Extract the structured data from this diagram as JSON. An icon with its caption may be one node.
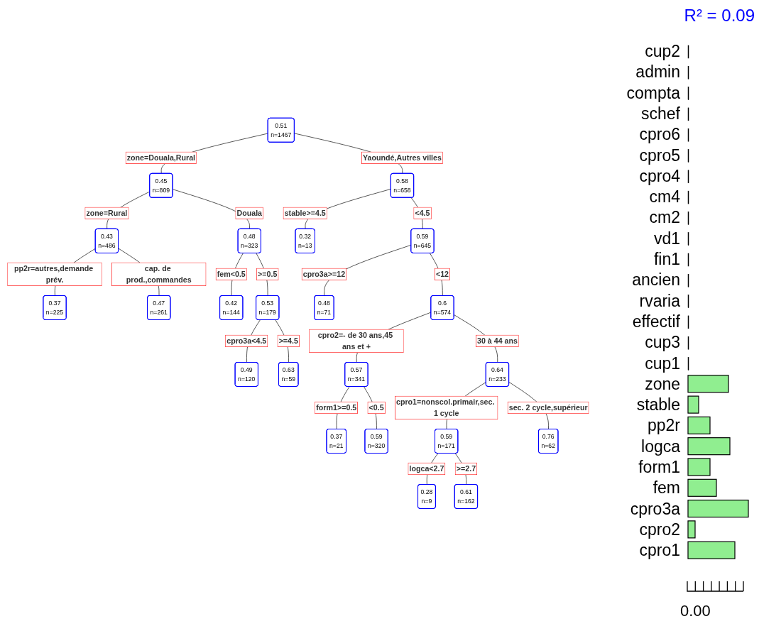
{
  "diagram": {
    "nodes": [
      {
        "text": [
          "0.51",
          "n=1467"
        ]
      },
      {
        "text": [
          "0.45",
          "n=809"
        ]
      },
      {
        "text": [
          "0.58",
          "n=658"
        ]
      },
      {
        "text": [
          "0.43",
          "n=486"
        ]
      },
      {
        "text": [
          "0.48",
          "n=323"
        ]
      },
      {
        "text": [
          "0.32",
          "n=13"
        ]
      },
      {
        "text": [
          "0.59",
          "n=645"
        ]
      },
      {
        "text": [
          "0.37",
          "n=225"
        ]
      },
      {
        "text": [
          "0.47",
          "n=261"
        ]
      },
      {
        "text": [
          "0.42",
          "n=144"
        ]
      },
      {
        "text": [
          "0.53",
          "n=179"
        ]
      },
      {
        "text": [
          "0.48",
          "n=71"
        ]
      },
      {
        "text": [
          "0.6",
          "n=574"
        ]
      },
      {
        "text": [
          "0.49",
          "n=120"
        ]
      },
      {
        "text": [
          "0.63",
          "n=59"
        ]
      },
      {
        "text": [
          "0.57",
          "n=341"
        ]
      },
      {
        "text": [
          "0.64",
          "n=233"
        ]
      },
      {
        "text": [
          "0.37",
          "n=21"
        ]
      },
      {
        "text": [
          "0.59",
          "n=320"
        ]
      },
      {
        "text": [
          "0.59",
          "n=171"
        ]
      },
      {
        "text": [
          "0.76",
          "n=62"
        ]
      },
      {
        "text": [
          "0.28",
          "n=9"
        ]
      },
      {
        "text": [
          "0.61",
          "n=162"
        ]
      }
    ],
    "edges": [
      {
        "from": 0,
        "to": 1,
        "arrow": "none",
        "label": "zone=Douala,Rural"
      },
      {
        "from": 0,
        "to": 2,
        "arrow": "none",
        "label": "Yaoundé,Autres villes"
      },
      {
        "from": 1,
        "to": 3,
        "arrow": "none",
        "label": "zone=Rural"
      },
      {
        "from": 1,
        "to": 4,
        "arrow": "none",
        "label": "Douala"
      },
      {
        "from": 2,
        "to": 5,
        "arrow": "none",
        "label": "stable>=4.5"
      },
      {
        "from": 2,
        "to": 6,
        "arrow": "none",
        "label": "<4.5"
      },
      {
        "from": 3,
        "to": 7,
        "arrow": "none",
        "label": "pp2r=autres,demande prév."
      },
      {
        "from": 3,
        "to": 8,
        "arrow": "none",
        "label": "cap. de prod.,commandes"
      },
      {
        "from": 4,
        "to": 9,
        "arrow": "none",
        "label": "fem<0.5"
      },
      {
        "from": 4,
        "to": 10,
        "arrow": "none",
        "label": ">=0.5"
      },
      {
        "from": 6,
        "to": 11,
        "arrow": "none",
        "label": "cpro3a>=12"
      },
      {
        "from": 6,
        "to": 12,
        "arrow": "none",
        "label": "<12"
      },
      {
        "from": 10,
        "to": 13,
        "arrow": "none",
        "label": "cpro3a<4.5"
      },
      {
        "from": 10,
        "to": 14,
        "arrow": "none",
        "label": ">=4.5"
      },
      {
        "from": 12,
        "to": 15,
        "arrow": "none",
        "label": "cpro2=- de 30 ans,45 ans et +"
      },
      {
        "from": 12,
        "to": 16,
        "arrow": "none",
        "label": "30 à 44 ans"
      },
      {
        "from": 15,
        "to": 17,
        "arrow": "none",
        "label": "form1>=0.5"
      },
      {
        "from": 15,
        "to": 18,
        "arrow": "none",
        "label": "<0.5"
      },
      {
        "from": 16,
        "to": 19,
        "arrow": "none",
        "label": "cpro1=nonscol.primair,sec. 1 cycle"
      },
      {
        "from": 16,
        "to": 20,
        "arrow": "none",
        "label": "sec. 2 cycle,supérieur"
      },
      {
        "from": 19,
        "to": 21,
        "arrow": "none",
        "label": "logca<2.7"
      },
      {
        "from": 19,
        "to": 22,
        "arrow": "none",
        "label": ">=2.7"
      }
    ],
    "labels": [
      "R² = 0.09",
      "cup2",
      "admin",
      "compta",
      "schef",
      "cpro6",
      "cpro5",
      "cpro4",
      "cm4",
      "cm2",
      "vd1",
      "fin1",
      "ancien",
      "rvaria",
      "effectif",
      "cup3",
      "cup1",
      "zone",
      "stable",
      "pp2r",
      "logca",
      "form1",
      "fem",
      "cpro3a",
      "cpro2",
      "cpro1",
      "0.00"
    ]
  }
}
